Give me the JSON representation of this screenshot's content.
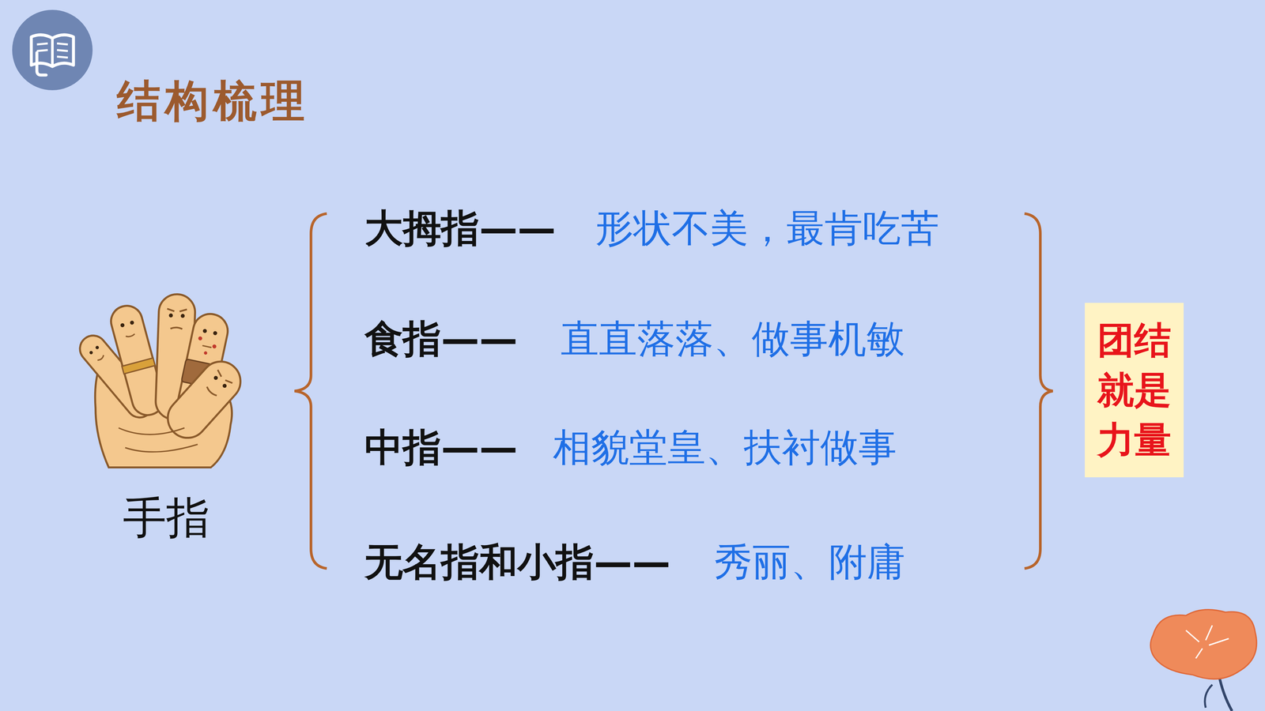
{
  "diagram": {
    "title": "结构梳理",
    "nodes": [
      {
        "text": [
          "团结就是力量"
        ]
      }
    ],
    "edges": [],
    "labels": [
      "手指",
      "大拇指——",
      "形状不美，最肯吃苦",
      "食指——",
      "直直落落、做事机敏",
      "中指——",
      "相貌堂皇、扶衬做事",
      "无名指和小指——",
      "秀丽、附庸"
    ]
  }
}
